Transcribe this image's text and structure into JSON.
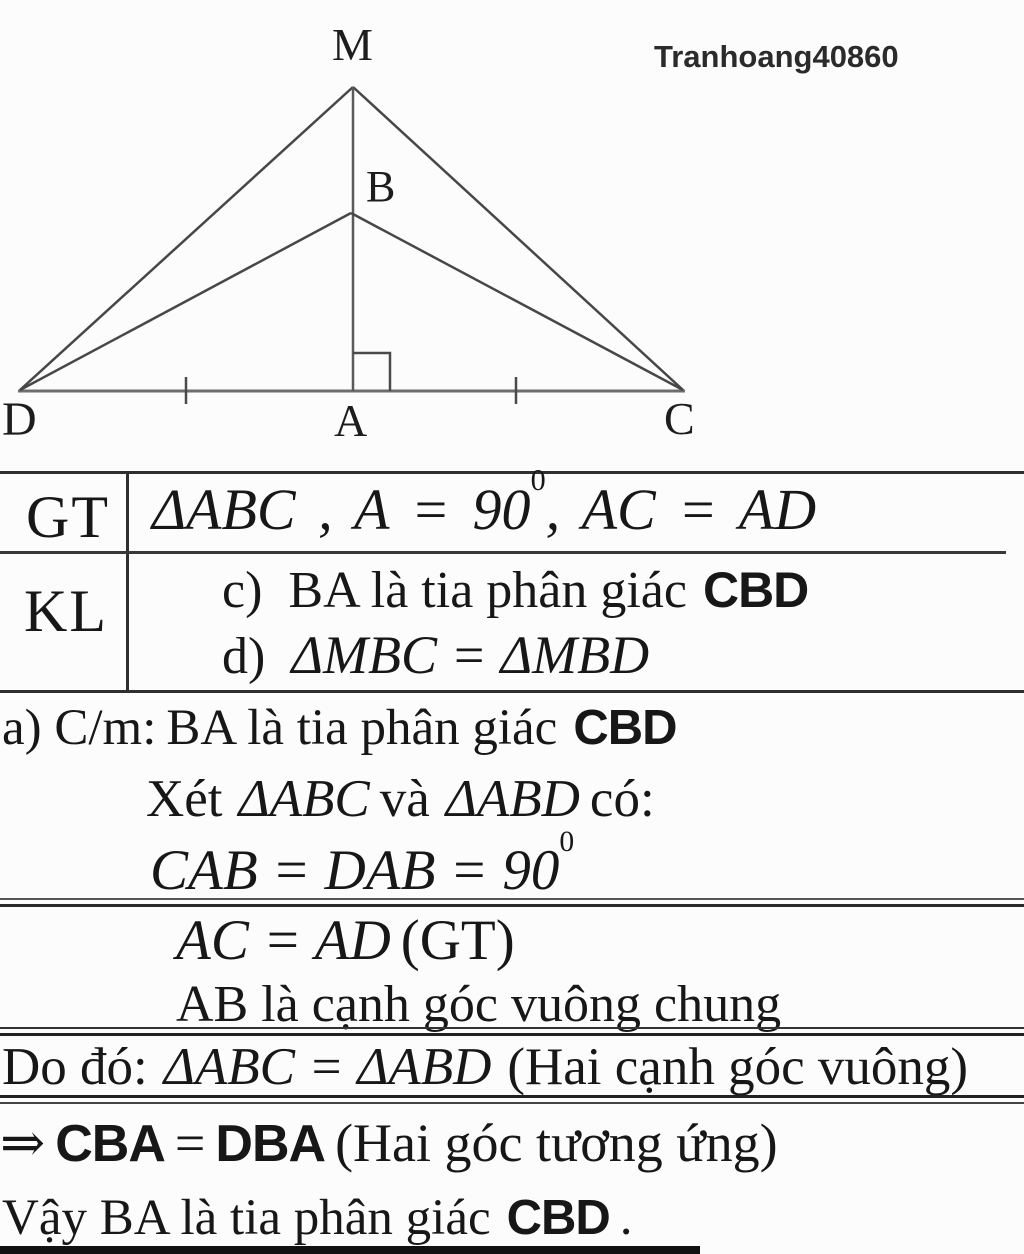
{
  "watermark": "Tranhoang40860",
  "diagram": {
    "point_labels": {
      "M": "M",
      "B": "B",
      "D": "D",
      "A": "A",
      "C": "C"
    }
  },
  "gt_kl_table": {
    "gt_label": "GT",
    "gt_statement": {
      "math": "ΔABC , A = 90",
      "sup": "0",
      "math_tail": ", AC = AD"
    },
    "kl_label": "KL",
    "item_c": {
      "marker": "c)",
      "text": "BA là tia phân giác",
      "angle": "CBD"
    },
    "item_d": {
      "marker": "d)",
      "math": "ΔMBC = ΔMBD"
    }
  },
  "proof": {
    "heading": {
      "prefix": "a) C/m:",
      "text": "BA là tia phân giác",
      "angle": "CBD"
    },
    "consider": {
      "pre": "Xét",
      "tri1": "ΔABC",
      "mid": "và",
      "tri2": "ΔABD",
      "post": "có:"
    },
    "angles_eq": {
      "math": "CAB = DAB = 90",
      "sup": "0"
    },
    "sides_eq": {
      "math": "AC = AD",
      "note": "(GT)"
    },
    "common_side": "AB là cạnh góc vuông chung",
    "conclusion1": {
      "pre": "Do đó:",
      "math": "ΔABC = ΔABD",
      "note": "(Hai cạnh góc vuông)"
    },
    "implication": {
      "arrow": "⇒",
      "angle1": "CBA",
      "eq": "=",
      "angle2": "DBA",
      "note": "(Hai góc tương ứng)"
    },
    "final": {
      "pre": "Vậy BA là tia phân giác",
      "angle": "CBD",
      "period": "."
    }
  }
}
